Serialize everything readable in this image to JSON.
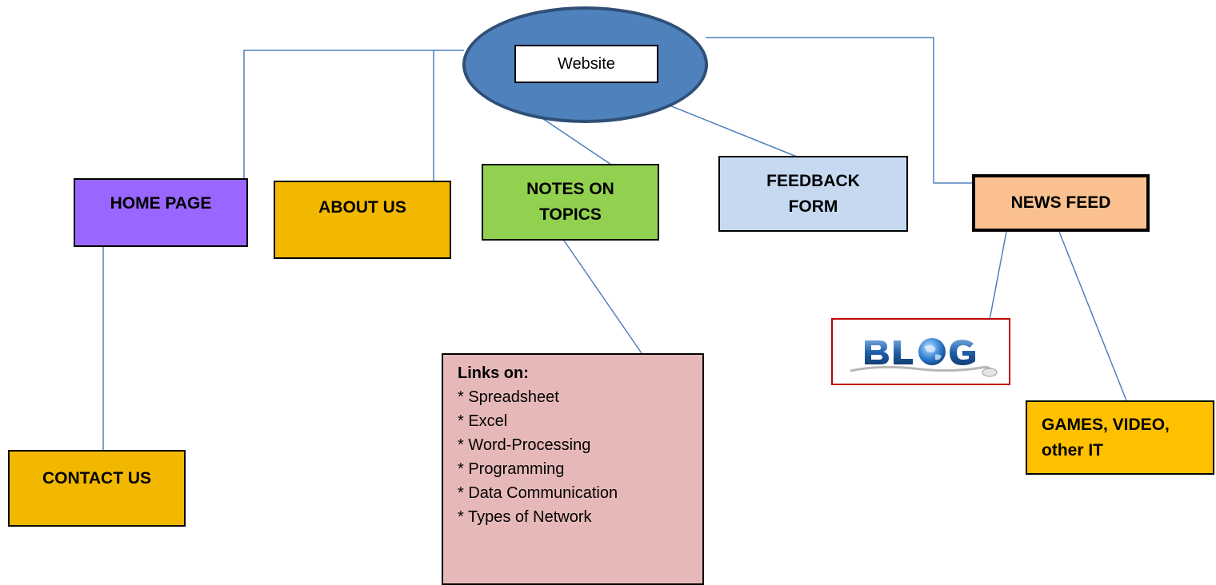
{
  "colors": {
    "connector": "#4f81bd",
    "root_fill": "#4f81bd",
    "home_page": "#9966ff",
    "about_us": "#f2b800",
    "notes_on_topics": "#92d050",
    "feedback_form": "#c6d9f1",
    "news_feed": "#fac08f",
    "contact_us": "#f2b800",
    "games": "#ffc000",
    "links_panel": "#e6b9b8",
    "blog_border": "#c00000"
  },
  "root": {
    "label": "Website"
  },
  "nodes": {
    "home_page": {
      "lines": [
        "HOME PAGE"
      ]
    },
    "about_us": {
      "lines": [
        "ABOUT US"
      ]
    },
    "notes_on_topics": {
      "lines": [
        "NOTES ON",
        "TOPICS"
      ]
    },
    "feedback_form": {
      "lines": [
        "FEEDBACK",
        "FORM"
      ]
    },
    "news_feed": {
      "lines": [
        "NEWS FEED"
      ]
    },
    "contact_us": {
      "lines": [
        "CONTACT US"
      ]
    },
    "games": {
      "lines": [
        "GAMES, VIDEO,",
        "other IT"
      ]
    }
  },
  "links_panel": {
    "title": "Links on:",
    "items": [
      "* Spreadsheet",
      "* Excel",
      "* Word-Processing",
      "* Programming",
      "* Data Communication",
      "* Types of Network"
    ]
  },
  "blog": {
    "logo_text": "BLOG",
    "icon": "blog-globe-logo"
  }
}
